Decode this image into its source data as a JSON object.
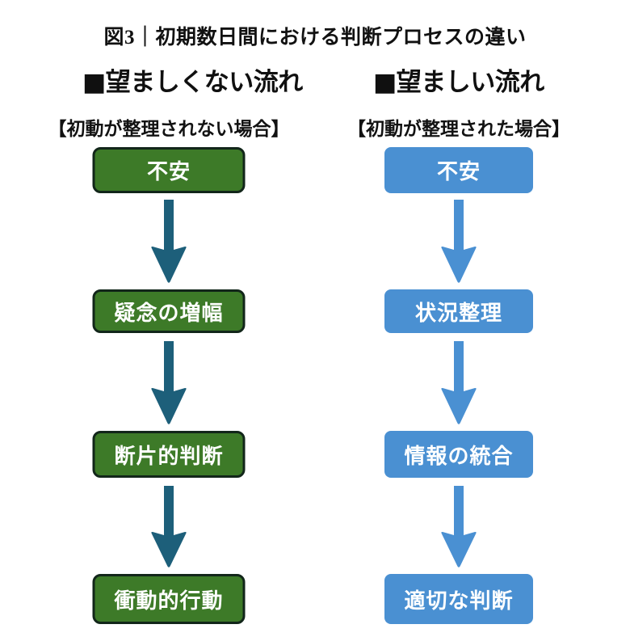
{
  "figure": {
    "title": "図3｜初期数日間における判断プロセスの違い",
    "background_color": "#ffffff"
  },
  "palette": {
    "undesirable_box": "#3d7a28",
    "undesirable_box_border": "#12261a",
    "undesirable_arrow": "#1d5f7a",
    "desirable_box": "#4a90d2",
    "desirable_arrow": "#4a90d2",
    "text_on_box": "#ffffff",
    "heading_text": "#101010"
  },
  "columns": [
    {
      "id": "undesirable",
      "heading": "■望ましくない流れ",
      "caption": "【初動が整理されない場合】",
      "steps": [
        {
          "label": "不安"
        },
        {
          "label": "疑念の増幅"
        },
        {
          "label": "断片的判断"
        },
        {
          "label": "衝動的行動"
        }
      ],
      "connectors": [
        {
          "icon": "down-arrow"
        },
        {
          "icon": "down-arrow"
        },
        {
          "icon": "down-arrow"
        }
      ]
    },
    {
      "id": "desirable",
      "heading": "■望ましい流れ",
      "caption": "【初動が整理された場合】",
      "steps": [
        {
          "label": "不安"
        },
        {
          "label": "状況整理"
        },
        {
          "label": "情報の統合"
        },
        {
          "label": "適切な判断"
        }
      ],
      "connectors": [
        {
          "icon": "down-arrow"
        },
        {
          "icon": "down-arrow"
        },
        {
          "icon": "down-arrow"
        }
      ]
    }
  ]
}
